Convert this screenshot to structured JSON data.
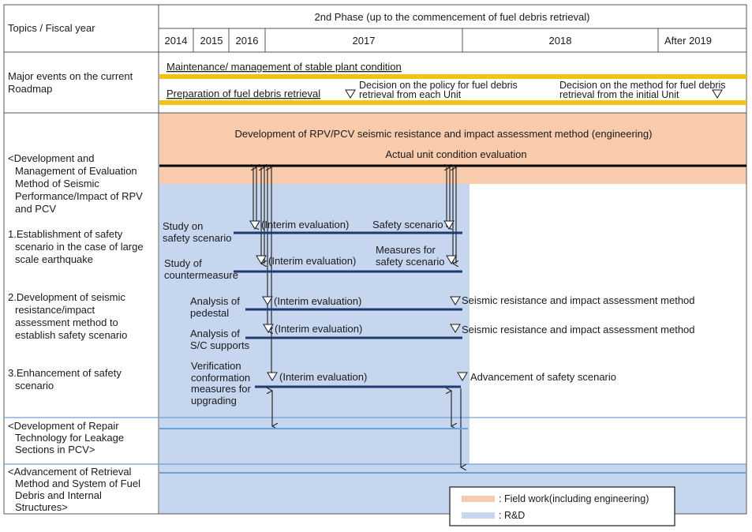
{
  "colors": {
    "field_work": "#f8cbad",
    "rnd": "#c5d6ee",
    "yellow_bar": "#f2c314",
    "blue_bar": "#1f3a6e",
    "light_blue_line": "#6f9fd8",
    "grid": "#555555"
  },
  "header": {
    "topics_label": "Topics / Fiscal year",
    "phase_title": "2nd Phase (up to the commencement of fuel debris retrieval)",
    "years": [
      "2014",
      "2015",
      "2016",
      "2017",
      "2018",
      "After 2019"
    ]
  },
  "major_events": {
    "label_line1": "Major events on the current",
    "label_line2": "Roadmap",
    "maintenance": "Maintenance/ management of stable plant condition",
    "preparation": "Preparation of fuel debris retrieval",
    "decision_policy_line1": "Decision on the policy for fuel debris",
    "decision_policy_line2": "retrieval from each Unit",
    "decision_method_line1": "Decision on the method for fuel debris",
    "decision_method_line2": "retrieval from the initial Unit"
  },
  "topics": {
    "eval_method": [
      "<Development and",
      "Management of Evaluation",
      "Method of Seismic",
      "Performance/Impact of RPV",
      "and PCV"
    ],
    "item1": [
      "1.Establishment of safety",
      "scenario in the case of large",
      "scale earthquake"
    ],
    "item2": [
      "2.Development of seismic",
      "resistance/impact",
      "assessment method to",
      "establish safety scenario"
    ],
    "item3": [
      "3.Enhancement of safety",
      "scenario"
    ],
    "repair": [
      "<Development of Repair",
      "Technology for Leakage",
      "Sections in PCV>"
    ],
    "retrieval": [
      "<Advancement of Retrieval",
      "Method and System of Fuel",
      "Debris and Internal",
      "Structures>"
    ]
  },
  "engineering": {
    "line1": "Development of RPV/PCV seismic resistance and impact assessment method (engineering)",
    "line2": "Actual unit condition evaluation"
  },
  "tasks": {
    "study_safety": [
      "Study on",
      "safety scenario"
    ],
    "study_counter": [
      "Study of",
      "countermeasure"
    ],
    "analysis_pedestal": [
      "Analysis of",
      "pedestal"
    ],
    "analysis_sc": [
      "Analysis of",
      "S/C supports"
    ],
    "verification": [
      "Verification",
      "conformation",
      "measures for",
      "upgrading"
    ],
    "interim": "(Interim evaluation)",
    "safety_scenario": "Safety scenario",
    "measures": [
      "Measures for",
      "safety scenario"
    ],
    "seismic_method": "Seismic resistance and impact assessment method",
    "advancement": "Advancement of safety scenario"
  },
  "legend": {
    "field_work": ": Field work(including engineering)",
    "rnd": ": R&D"
  }
}
